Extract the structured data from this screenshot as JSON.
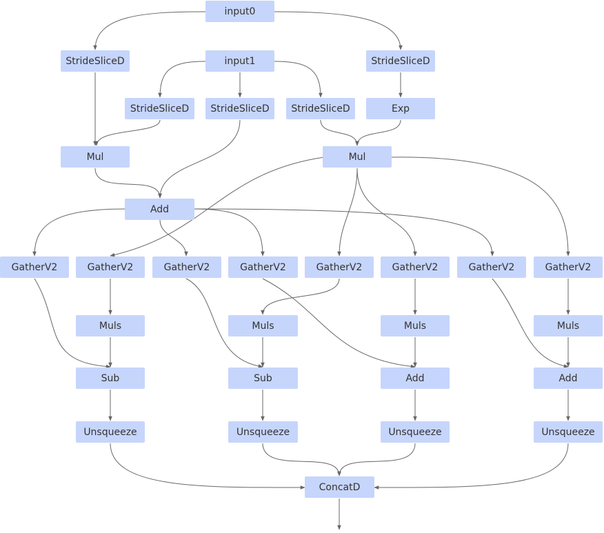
{
  "nodes": {
    "input0": "input0",
    "input1": "input1",
    "ss_a": "StrideSliceD",
    "ss_b": "StrideSliceD",
    "ss_c": "StrideSliceD",
    "ss_d": "StrideSliceD",
    "ss_e": "StrideSliceD",
    "exp": "Exp",
    "mul_a": "Mul",
    "mul_b": "Mul",
    "add_top": "Add",
    "gv_1": "GatherV2",
    "gv_2": "GatherV2",
    "gv_3": "GatherV2",
    "gv_4": "GatherV2",
    "gv_5": "GatherV2",
    "gv_6": "GatherV2",
    "gv_7": "GatherV2",
    "gv_8": "GatherV2",
    "muls_1": "Muls",
    "muls_2": "Muls",
    "muls_3": "Muls",
    "muls_4": "Muls",
    "sub_1": "Sub",
    "sub_2": "Sub",
    "add_1": "Add",
    "add_2": "Add",
    "unsq_1": "Unsqueeze",
    "unsq_2": "Unsqueeze",
    "unsq_3": "Unsqueeze",
    "unsq_4": "Unsqueeze",
    "concat": "ConcatD"
  }
}
